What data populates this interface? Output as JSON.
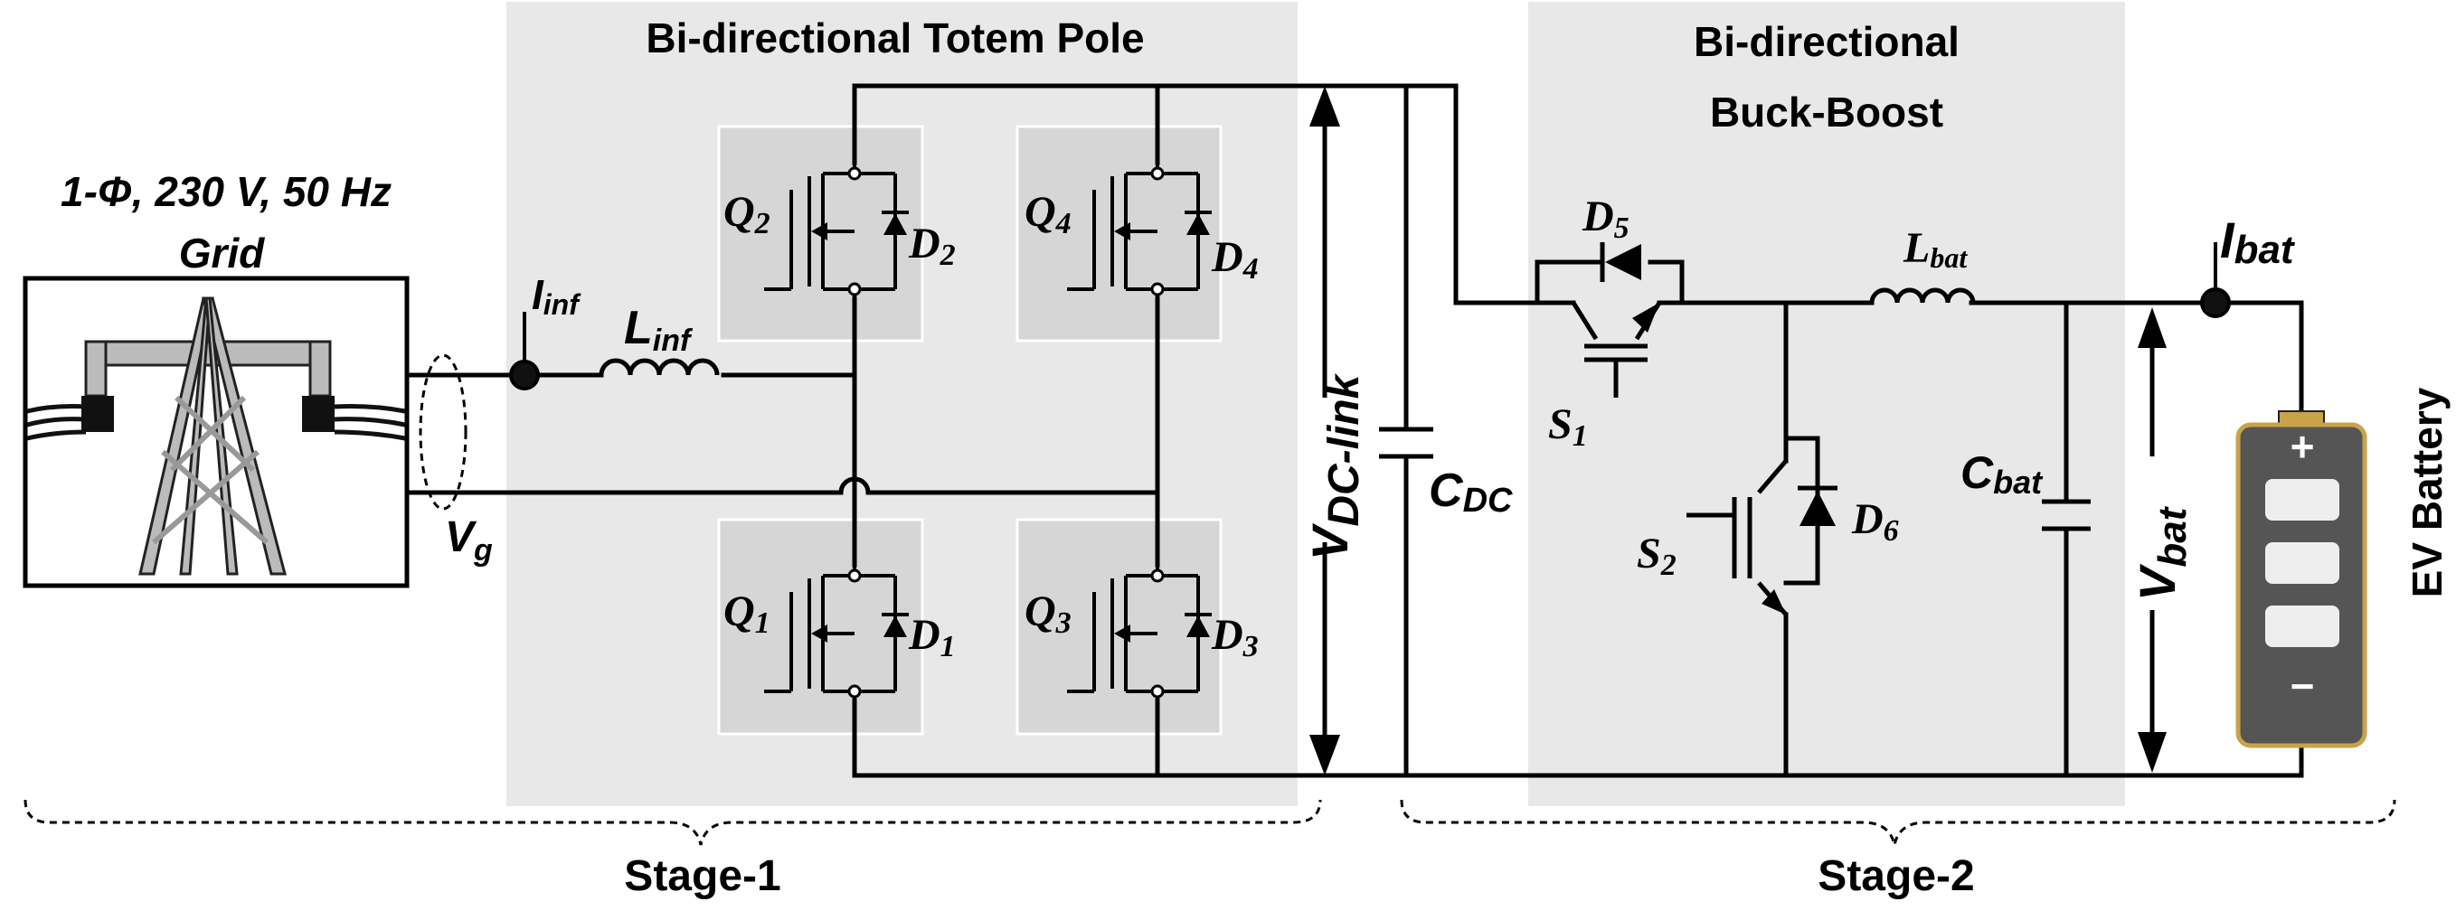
{
  "title_totem_pole": "Bi-directional Totem Pole",
  "title_buck_boost_line1": "Bi-directional",
  "title_buck_boost_line2": "Buck-Boost",
  "grid_spec": "1-Φ, 230 V, 50 Hz",
  "grid_label": "Grid",
  "stage1_label": "Stage-1",
  "stage2_label": "Stage-2",
  "battery_label": "EV Battery",
  "battery_plus": "+",
  "battery_minus": "−",
  "components": {
    "Q2": {
      "name": "Q",
      "sub": "2",
      "diode": "D",
      "dsub": "2"
    },
    "Q4": {
      "name": "Q",
      "sub": "4",
      "diode": "D",
      "dsub": "4"
    },
    "Q1": {
      "name": "Q",
      "sub": "1",
      "diode": "D",
      "dsub": "1"
    },
    "Q3": {
      "name": "Q",
      "sub": "3",
      "diode": "D",
      "dsub": "3"
    },
    "D5": {
      "name": "D",
      "sub": "5"
    },
    "D6": {
      "name": "D",
      "sub": "6"
    },
    "S1": {
      "name": "S",
      "sub": "1"
    },
    "S2": {
      "name": "S",
      "sub": "2"
    }
  },
  "labels": {
    "I_inf": {
      "main": "I",
      "sub": "inf"
    },
    "L_inf": {
      "main": "L",
      "sub": "inf"
    },
    "V_g": {
      "main": "V",
      "sub": "g"
    },
    "V_dc_link": {
      "main": "V",
      "sub": "DC-link"
    },
    "C_dc": {
      "main": "C",
      "sub": "DC"
    },
    "L_bat": {
      "main": "L",
      "sub": "bat"
    },
    "I_bat": {
      "main": "I",
      "sub": "bat"
    },
    "C_bat": {
      "main": "C",
      "sub": "bat"
    },
    "V_bat": {
      "main": "V",
      "sub": "bat"
    }
  },
  "colors": {
    "stage_background": "#e8e8e8",
    "switch_box": "#d6d6d6",
    "battery_body": "#555555",
    "battery_cap": "#c9a24a"
  }
}
